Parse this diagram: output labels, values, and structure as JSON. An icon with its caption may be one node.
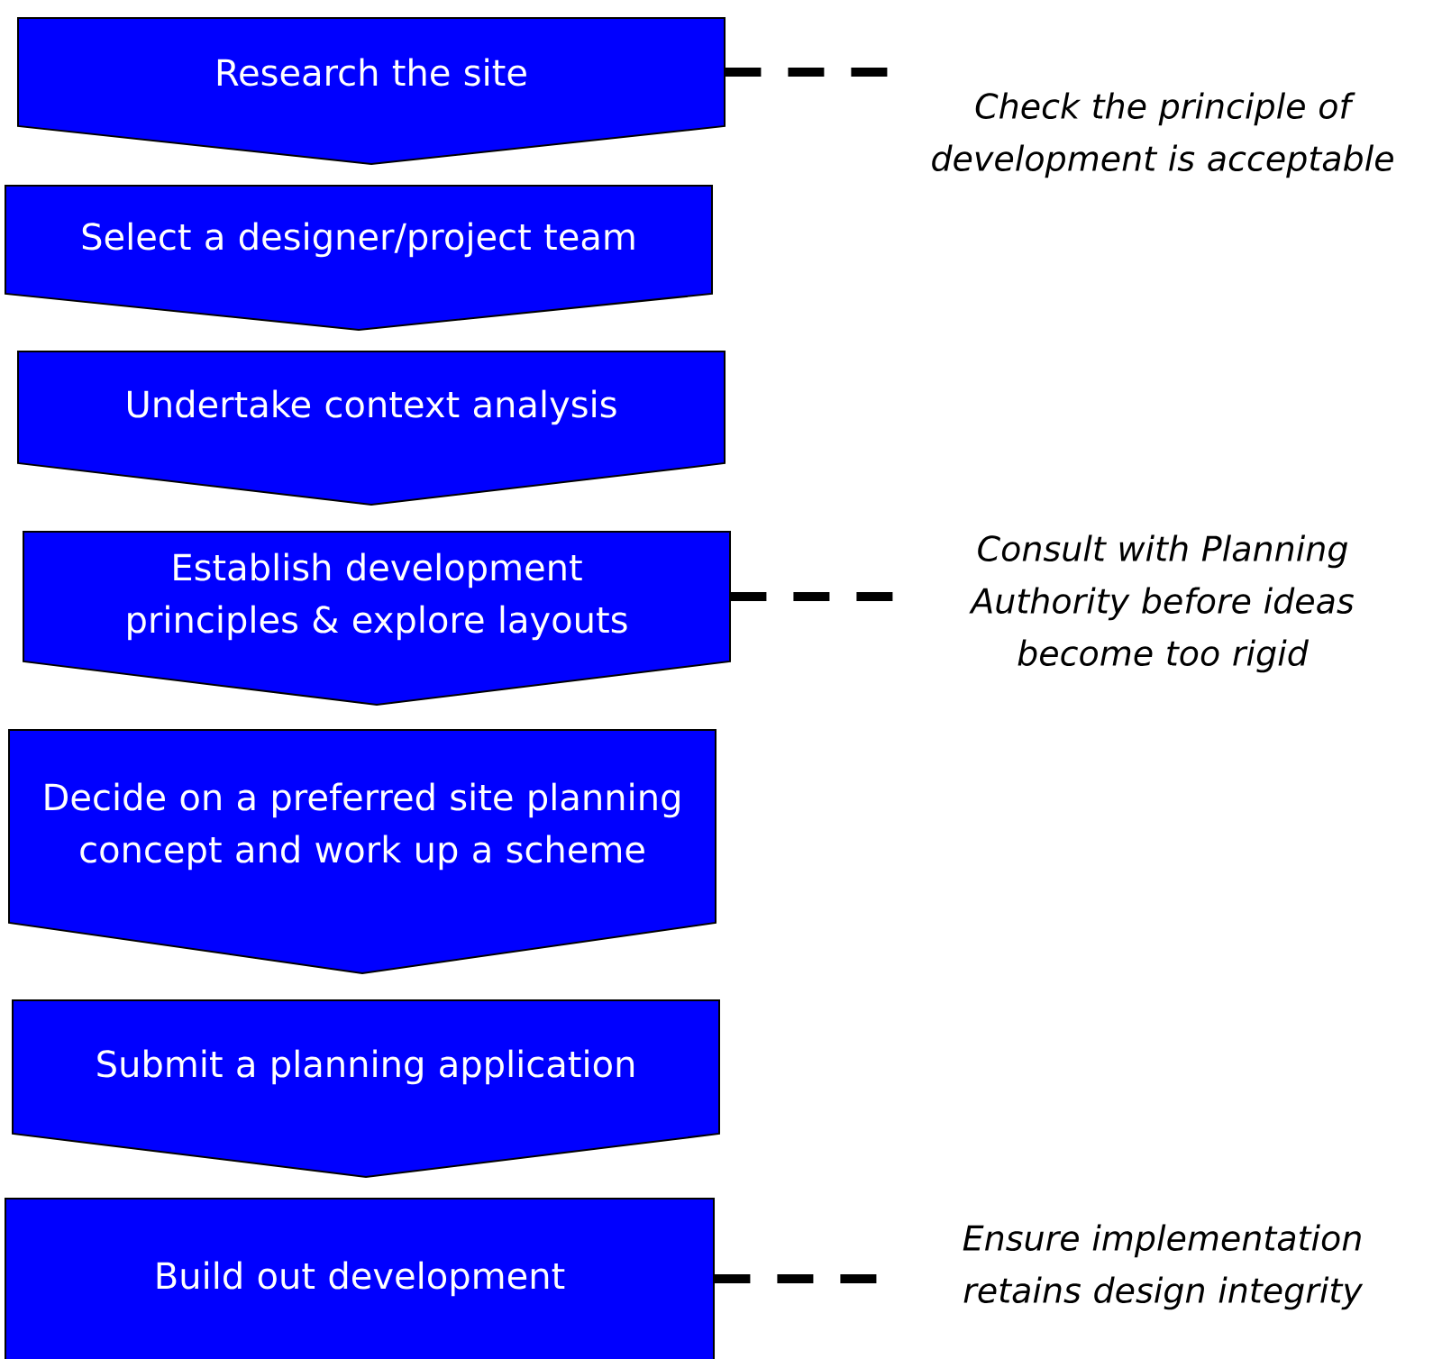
{
  "diagram": {
    "nodes": [
      {
        "text": [
          "Research the site"
        ]
      },
      {
        "text": [
          "Select a designer/project team"
        ]
      },
      {
        "text": [
          "Undertake context analysis"
        ]
      },
      {
        "text": [
          "Establish development principles & explore layouts"
        ]
      },
      {
        "text": [
          "Decide on a preferred site planning concept and work up a scheme"
        ]
      },
      {
        "text": [
          "Submit a planning application"
        ]
      },
      {
        "text": [
          "Build out development"
        ]
      },
      {
        "text": [
          "Check the principle of development is acceptable"
        ]
      },
      {
        "text": [
          "Consult with Planning Authority before ideas become too rigid"
        ]
      },
      {
        "text": [
          "Ensure implementation retains design integrity"
        ]
      }
    ],
    "edges": [
      {
        "from": 0,
        "to": 7,
        "arrow": "none",
        "style": "dashed"
      },
      {
        "from": 3,
        "to": 8,
        "arrow": "none",
        "style": "dashed"
      },
      {
        "from": 6,
        "to": 9,
        "arrow": "none",
        "style": "dashed"
      }
    ]
  }
}
